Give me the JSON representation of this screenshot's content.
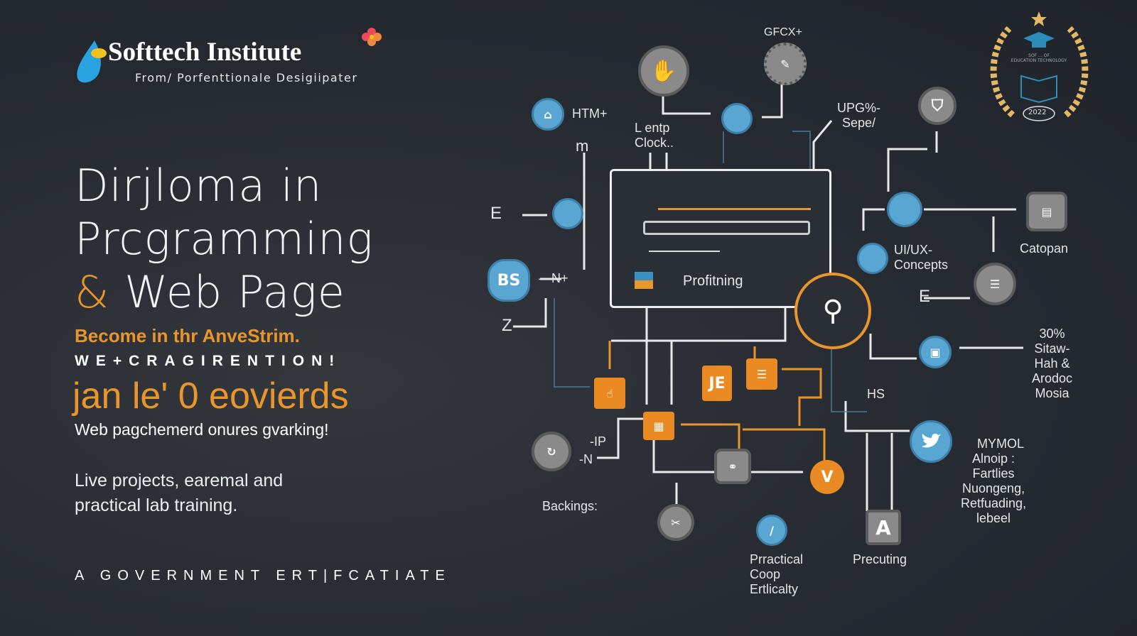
{
  "header": {
    "institute": "Softtech Institute",
    "tagline": "From/ Porfenttionale Desigiipater"
  },
  "hero": {
    "line1": "Dirjloma in",
    "line2": "Prcgramming",
    "line3_amp": "&",
    "line3": "Web Page",
    "become": "Become in thr AnveStrim.",
    "spaced": "WE+CRAGIRENTION!",
    "jan": "jan le' 0 eovierds",
    "web": "Web pagchemerd onures gvarking!",
    "live1": "Live projects, earemal and",
    "live2": "practical lab training.",
    "footer": "A GOVERNMENT ERT|FCATIATE"
  },
  "badge": {
    "year": "2022",
    "text1": "SOF ... OF",
    "text2": "EDUCATION TECHNOLOGY"
  },
  "diagram": {
    "htm": "HTM+",
    "lentp": "L entp",
    "clock": "Clock..",
    "gfcx": "GFCX+",
    "upg": "UPG%-",
    "sepe": "Sepe/",
    "e1": "E",
    "m": "m",
    "bs": "BS",
    "n1": "—N+",
    "z": "Z",
    "profit": "Profitning",
    "uiux1": "UI/UX-",
    "uiux2": "Concepts",
    "catopan": "Catopan",
    "e2": "E",
    "stat": [
      "30%",
      "Sitaw-",
      "Hah &",
      "Arodoc",
      "Mosia"
    ],
    "hs": "HS",
    "mymol": [
      "MYMOL",
      "Alnoip :",
      "Fartlies",
      "Nuongeng,",
      "Retfuading,",
      "lebeel"
    ],
    "je": "JE",
    "ip": "-IP",
    "n2": "-N",
    "backings": "Backings:",
    "practical": [
      "Prractical",
      "Coop",
      "Ertlicalty"
    ],
    "precuting": "Precuting",
    "a": "A",
    "v": "V"
  },
  "colors": {
    "bg": "#262a31",
    "accent": "#e8962c",
    "blue": "#5aa6d3"
  }
}
